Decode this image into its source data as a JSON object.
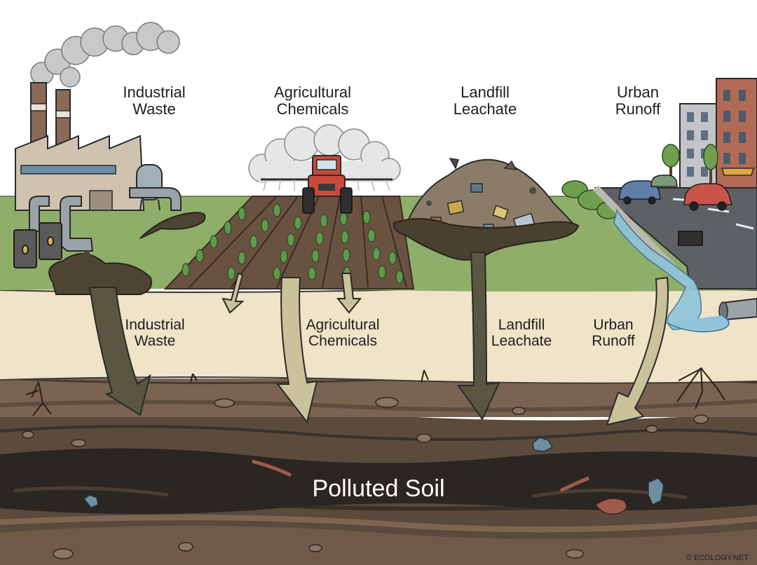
{
  "top_labels": {
    "industrial": [
      "Industrial",
      "Waste"
    ],
    "agricultural": [
      "Agricultural",
      "Chemicals"
    ],
    "landfill": [
      "Landfill",
      "Leachate"
    ],
    "urban": [
      "Urban",
      "Runoff"
    ]
  },
  "mid_labels": {
    "industrial": [
      "Industrial",
      "Waste"
    ],
    "agricultural": [
      "Agricultural",
      "Chemicals"
    ],
    "landfill": [
      "Landfill",
      "Leachate"
    ],
    "urban": [
      "Urban",
      "Runoff"
    ]
  },
  "soil_label": "Polluted Soil",
  "copyright": "© ECOLOGY.NET",
  "colors": {
    "sky": "#ffffff",
    "grass": "#8fae6a",
    "sand_layer": "#efe3c8",
    "topsoil": "#6d5846",
    "subsoil": "#4a3d33",
    "polluted_band": "#2f2925",
    "sludge": "#4b4233",
    "arrow_light": "#c9c29a",
    "arrow_dark": "#5a5640",
    "tractor_red": "#c94a3c",
    "building_brick": "#b26a55"
  },
  "icons": [
    "factory-icon",
    "smoke-cloud-icon",
    "oil-barrel-icon",
    "drain-pipe-icon",
    "tractor-icon",
    "crop-rows-icon",
    "garbage-pile-icon",
    "city-building-icon",
    "car-icon",
    "tree-icon",
    "storm-drain-icon"
  ]
}
